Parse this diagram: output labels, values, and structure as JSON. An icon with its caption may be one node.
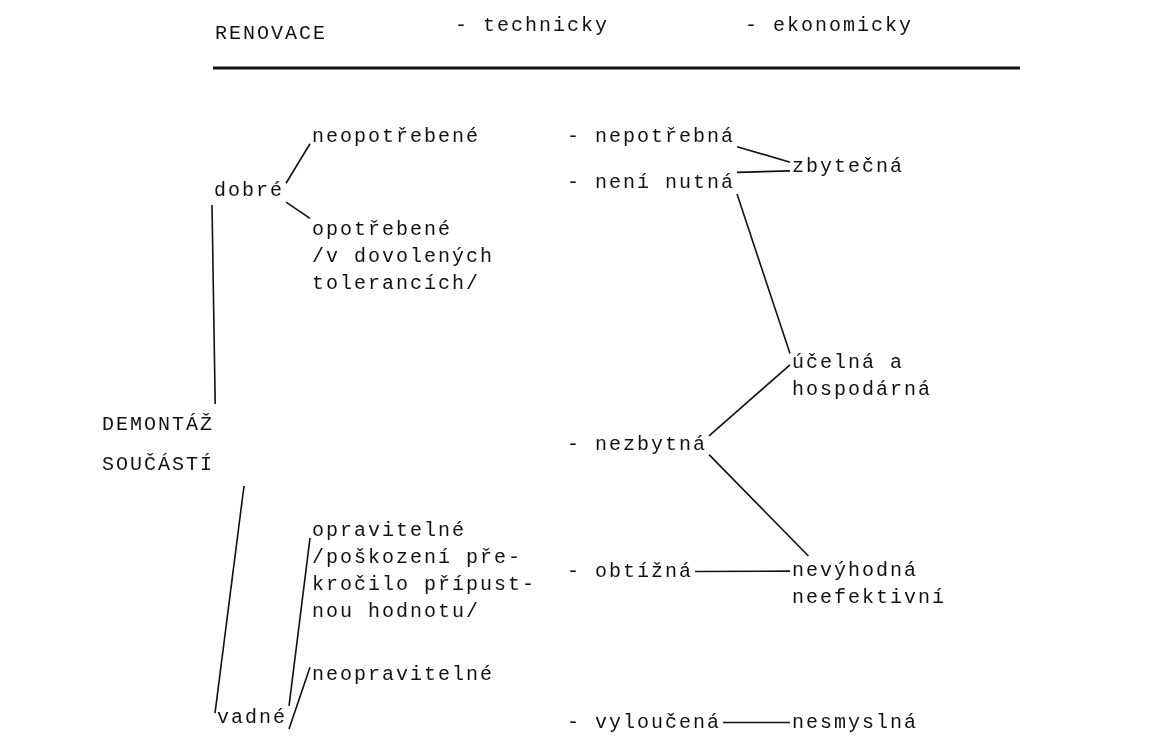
{
  "diagram": {
    "nodes": [
      {
        "text": [
          "DEMONTÁŽ SOUČÁSTÍ"
        ]
      },
      {
        "text": [
          "dobré"
        ]
      },
      {
        "text": [
          "vadné"
        ]
      },
      {
        "text": [
          "neopotřebené"
        ]
      },
      {
        "text": [
          "opotřebené",
          "/v dovolených tolerancích/"
        ]
      },
      {
        "text": [
          "opravitelné",
          "/poškození pře- kročilo přípust- nou hodnotu/"
        ]
      },
      {
        "text": [
          "neopravitelné"
        ]
      },
      {
        "text": [
          "- nepotřebná"
        ]
      },
      {
        "text": [
          "- není nutná"
        ]
      },
      {
        "text": [
          "- nezbytná"
        ]
      },
      {
        "text": [
          "- obtížná"
        ]
      },
      {
        "text": [
          "- vyloučená"
        ]
      },
      {
        "text": [
          "zbytečná"
        ]
      },
      {
        "text": [
          "účelná a hospodárná"
        ]
      },
      {
        "text": [
          "nevýhodná neefektivní"
        ]
      },
      {
        "text": [
          "nesmyslná"
        ]
      }
    ],
    "edges": [
      {
        "from": 0,
        "to": 1,
        "arrow": "none"
      },
      {
        "from": 0,
        "to": 2,
        "arrow": "none"
      },
      {
        "from": 1,
        "to": 3,
        "arrow": "none"
      },
      {
        "from": 1,
        "to": 4,
        "arrow": "none"
      },
      {
        "from": 2,
        "to": 5,
        "arrow": "none"
      },
      {
        "from": 2,
        "to": 6,
        "arrow": "none"
      },
      {
        "from": 7,
        "to": 12,
        "arrow": "none"
      },
      {
        "from": 8,
        "to": 12,
        "arrow": "none"
      },
      {
        "from": 8,
        "to": 13,
        "arrow": "none"
      },
      {
        "from": 9,
        "to": 13,
        "arrow": "none"
      },
      {
        "from": 9,
        "to": 14,
        "arrow": "none"
      },
      {
        "from": 10,
        "to": 14,
        "arrow": "none"
      },
      {
        "from": 11,
        "to": 15,
        "arrow": "none"
      }
    ],
    "labels": [
      "RENOVACE",
      "- technicky",
      "- ekonomicky"
    ]
  }
}
